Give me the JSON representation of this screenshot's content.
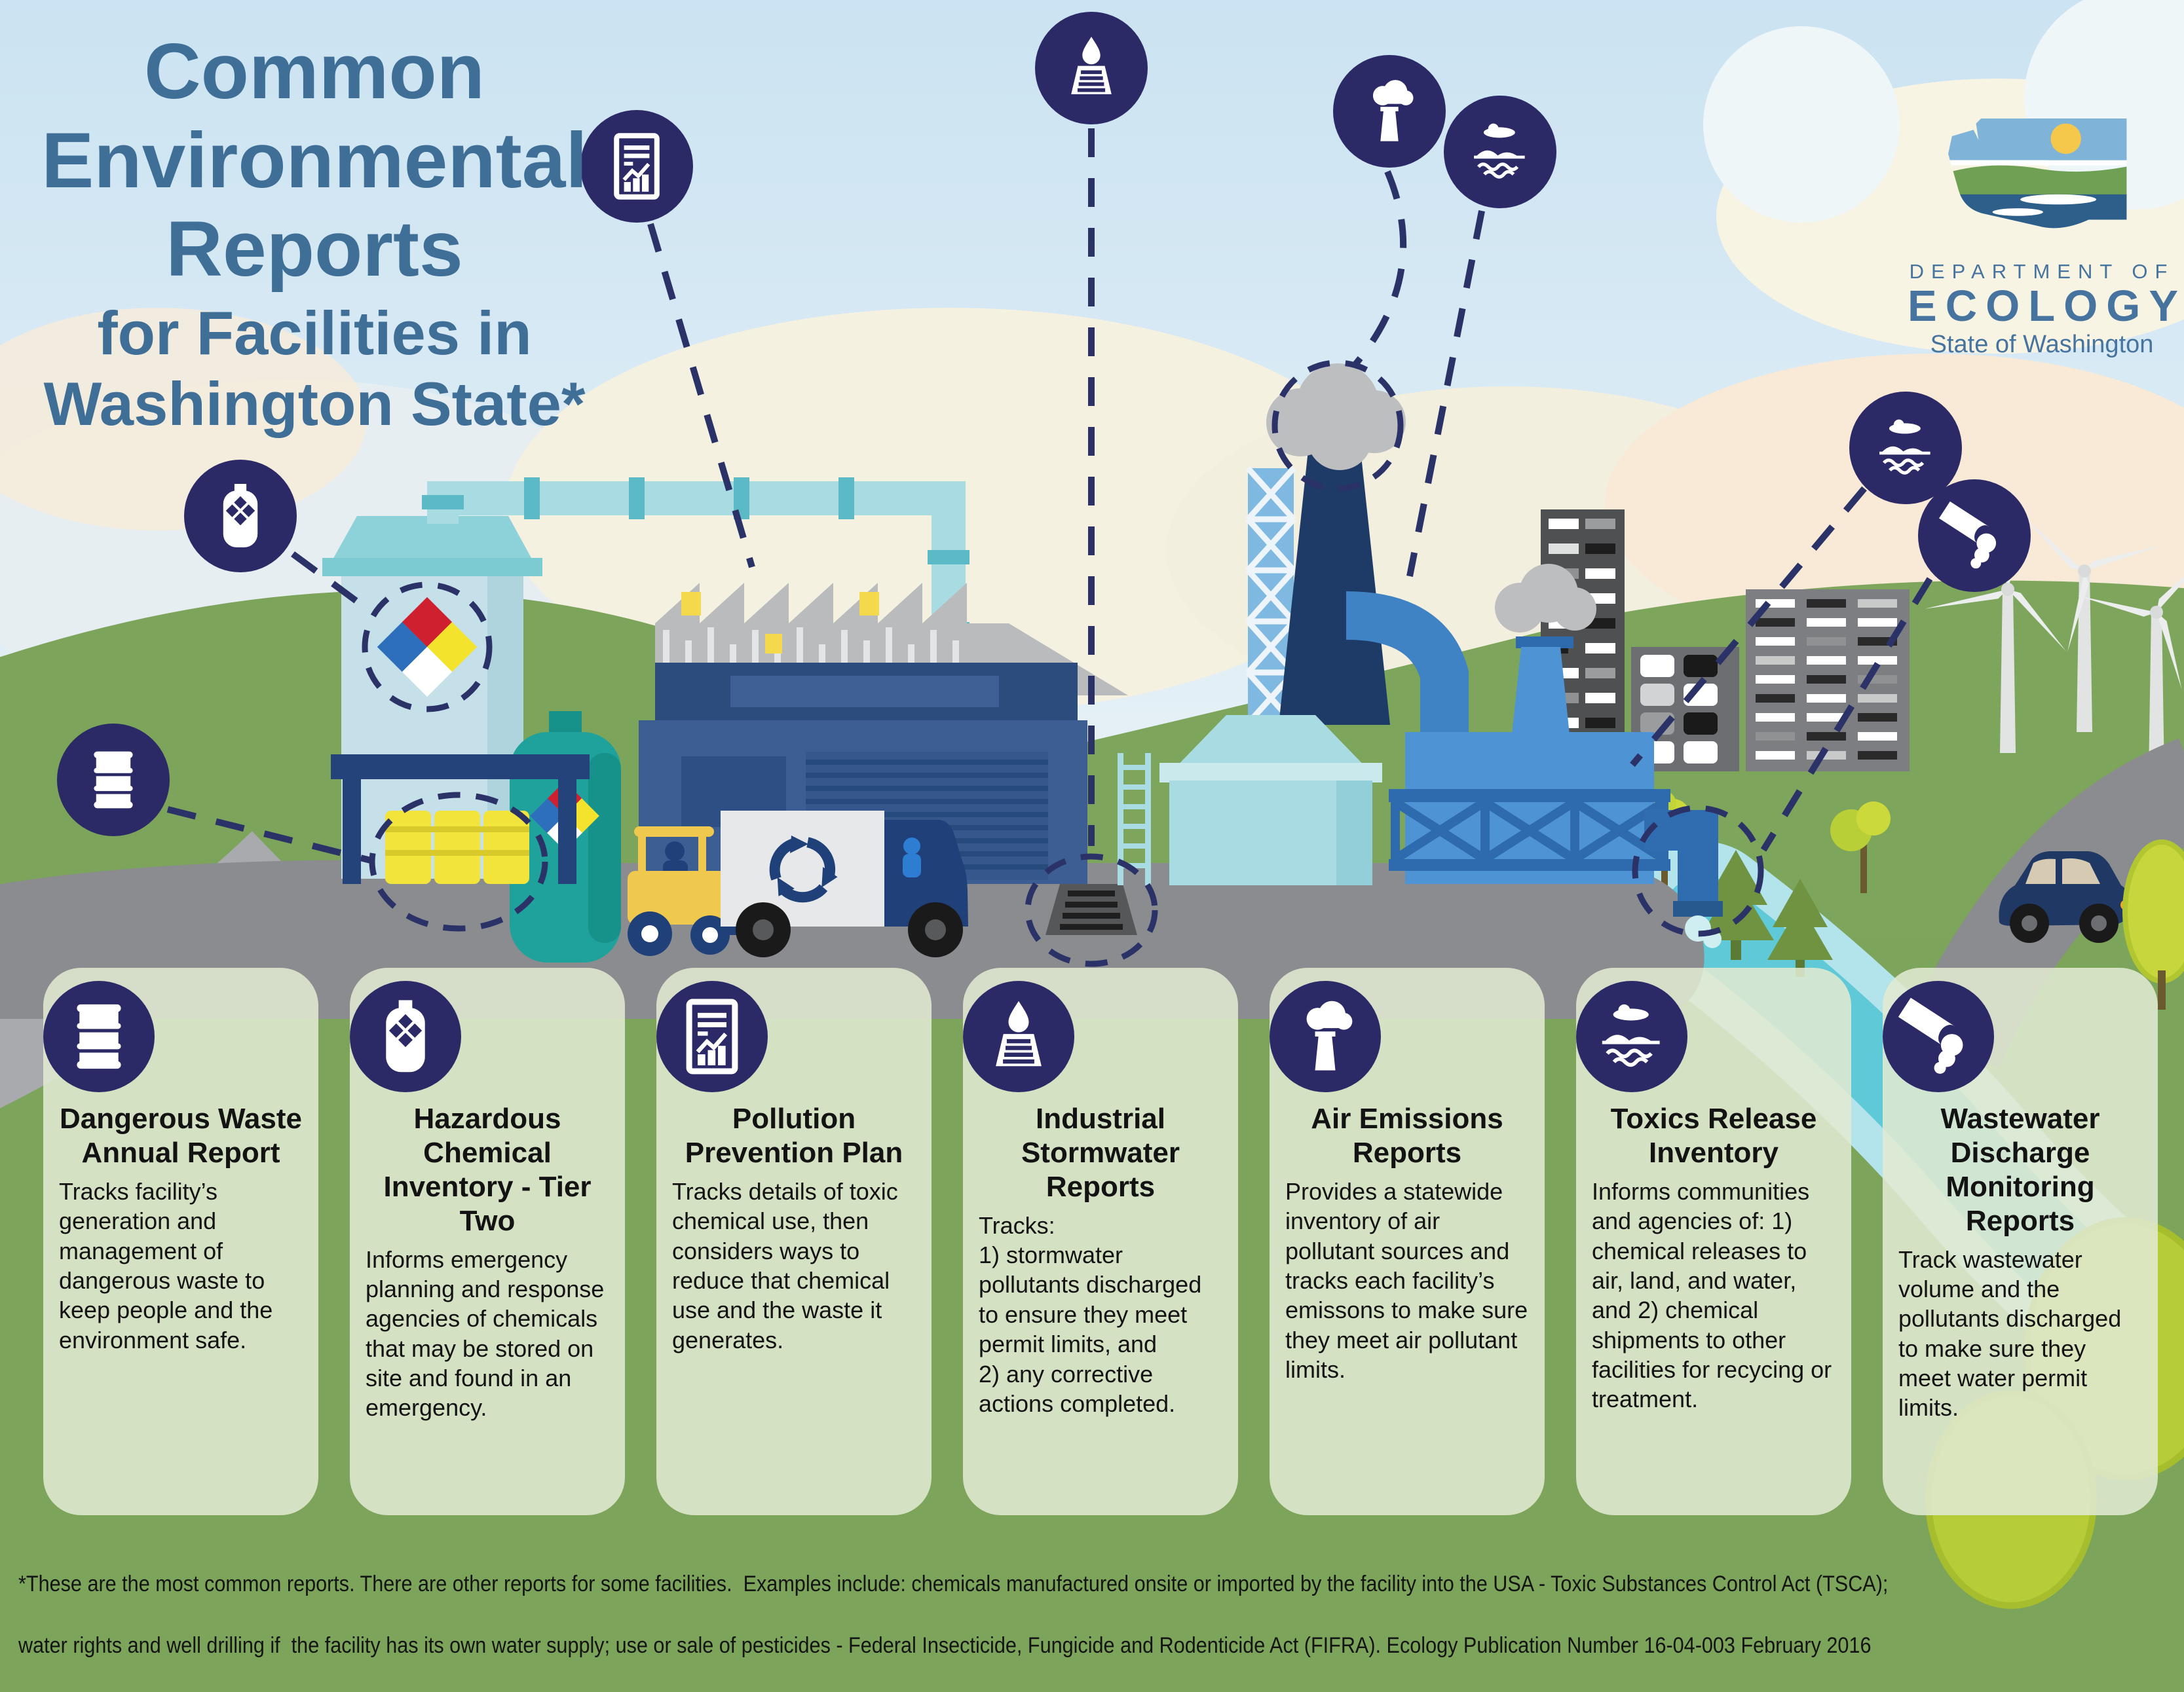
{
  "title": {
    "main": "Common\nEnvironmental\nReports",
    "sub": "for Facilities in\nWashington State*"
  },
  "logo": {
    "dept": "DEPARTMENT OF",
    "org": "ECOLOGY",
    "state": "State of Washington"
  },
  "cards": [
    {
      "icon": "waste-drum-icon",
      "title": "Dangerous Waste Annual Report",
      "body": "Tracks facility’s generation and management of dangerous waste to keep people and the environment safe."
    },
    {
      "icon": "chemical-tank-icon",
      "title": "Hazardous Chemical Inventory - Tier Two",
      "body": "Informs emergency planning and response agencies of chemicals that may be stored on site and found in an emergency."
    },
    {
      "icon": "report-chart-icon",
      "title": "Pollution Prevention Plan",
      "body": "Tracks details of toxic chemical use, then considers ways to reduce that chemical use and the waste it generates."
    },
    {
      "icon": "stormwater-drain-icon",
      "title": "Industrial Stormwater Reports",
      "body": "Tracks:\n1) stormwater pollutants discharged to ensure they meet permit limits, and\n2) any corrective actions completed."
    },
    {
      "icon": "smokestack-cloud-icon",
      "title": "Air Emissions Reports",
      "body": "Provides a statewide inventory of air pollutant sources and tracks each facility’s emissons to make sure they meet air pollutant limits."
    },
    {
      "icon": "landscape-icon",
      "title": "Toxics Release Inventory",
      "body": "Informs communities and agencies of: 1) chemical releases to air, land, and water, and 2) chemical shipments to other facilities for recycing or treatment."
    },
    {
      "icon": "discharge-pipe-icon",
      "title": "Wastewater Discharge Monitoring Reports",
      "body": "Track wastewater volume and the pollutants discharged to make sure they meet water permit limits."
    }
  ],
  "footnote_line1": "*These are the most common reports. There are other reports for some facilities.  Examples include: chemicals manufactured onsite or imported by the facility into the USA - Toxic Substances Control Act (TSCA);",
  "footnote_line2": "water rights and well drilling if  the facility has its own water supply; use or sale of pesticides - Federal Insecticide, Fungicide and Rodenticide Act (FIFRA). Ecology Publication Number 16-04-003 February 2016",
  "scene": {
    "badge_icons": [
      "report-chart-icon",
      "stormwater-drain-icon",
      "smokestack-cloud-icon",
      "landscape-icon",
      "chemical-tank-icon",
      "waste-drum-icon",
      "landscape-icon",
      "discharge-pipe-icon"
    ]
  },
  "colors": {
    "badge_navy": "#2b2a66",
    "title_blue": "#3f6e96",
    "card_bg": "#cfdbbd",
    "field_green": "#7ca45b",
    "road_gray": "#8a8c8f",
    "river_teal": "#5fc9d7",
    "factory_blue": "#3c5e92",
    "accent_yellow": "#f2e43a",
    "nfpa_red": "#cf2030",
    "nfpa_blue": "#2d6fba",
    "nfpa_yellow": "#f3e32c"
  }
}
